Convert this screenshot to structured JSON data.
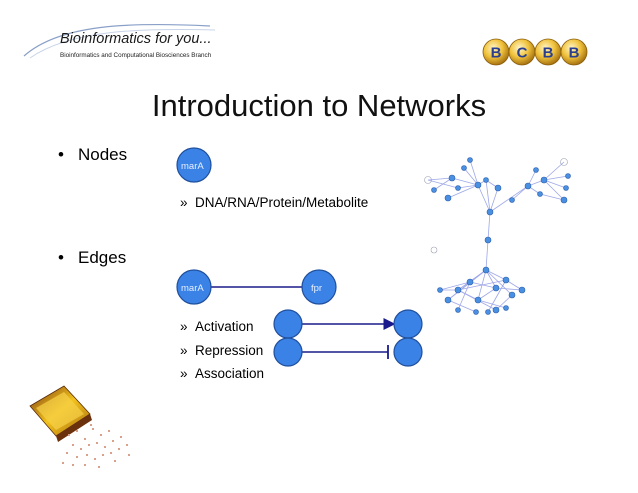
{
  "header": {
    "title": "Bioinformatics for you...",
    "subtitle": "Bioinformatics and Computational Biosciences Branch",
    "logo_letters": [
      "B",
      "C",
      "B",
      "B"
    ]
  },
  "slide": {
    "title": "Introduction to Networks",
    "bullets": [
      {
        "label": "Nodes"
      },
      {
        "label": "Edges"
      }
    ],
    "nodes_subitem": "DNA/RNA/Protein/Metabolite",
    "edge_types": [
      "Activation",
      "Repression",
      "Association"
    ],
    "node_labels": {
      "a": "marA",
      "b": "fpr"
    }
  },
  "colors": {
    "node_fill": "#3b82e6",
    "node_stroke": "#1f4f9c",
    "edge": "#1a1a8c",
    "network_edge": "#9ea7e8",
    "logo_gold": "#d9a521",
    "logo_letter": "#2a3f8f"
  },
  "icons": [
    "header-swoosh-icon",
    "bcbb-logo-icon",
    "network-graph-icon",
    "book-decoration-icon"
  ]
}
